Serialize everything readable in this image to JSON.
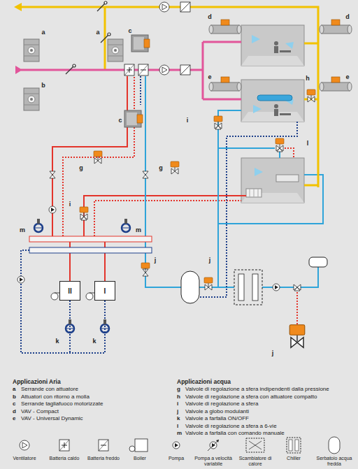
{
  "diagram": {
    "nodes": [
      {
        "text": [
          "II"
        ]
      },
      {
        "text": [
          "I"
        ]
      }
    ],
    "labels": [
      "a",
      "a",
      "d",
      "d",
      "c",
      "e",
      "e",
      "b",
      "h",
      "c",
      "i",
      "l",
      "g",
      "g",
      "i",
      "m",
      "m",
      "j",
      "j",
      "k",
      "k",
      "j",
      "Applicazioni Aria",
      "a",
      "Serrande con attuatore",
      "b",
      "Attuatori con ritorno a molla",
      "c",
      "Serrande tagliafuoco motorizzate",
      "d",
      "VAV - Compact",
      "e",
      "VAV - Universal Dynamic",
      "Applicazioni acqua",
      "g",
      "Valvole di regolazione a sfera indipendenti dalla pressione",
      "h",
      "Valvole di regolazione a sfera con attuatore compatto",
      "i",
      "Valvole di regolazione a sfera",
      "j",
      "Valvole a globo modulanti",
      "k",
      "Valvole a farfalla ON/OFF",
      "l",
      "Valvole di regolazione a sfera a 6-vie",
      "m",
      "Valvole a farfalla con comando manuale"
    ],
    "legend": [
      {
        "text": "Ventilatore"
      },
      {
        "text": "Batteria caldo"
      },
      {
        "text": "Batteria freddo"
      },
      {
        "text": "Boiler"
      },
      {
        "text": "Pompa"
      },
      {
        "text": "Pompa a velocità variabile"
      },
      {
        "text": "Scambiatore di calore"
      },
      {
        "text": "Chiller"
      },
      {
        "text": "Serbatoio acqua fredda"
      }
    ]
  }
}
